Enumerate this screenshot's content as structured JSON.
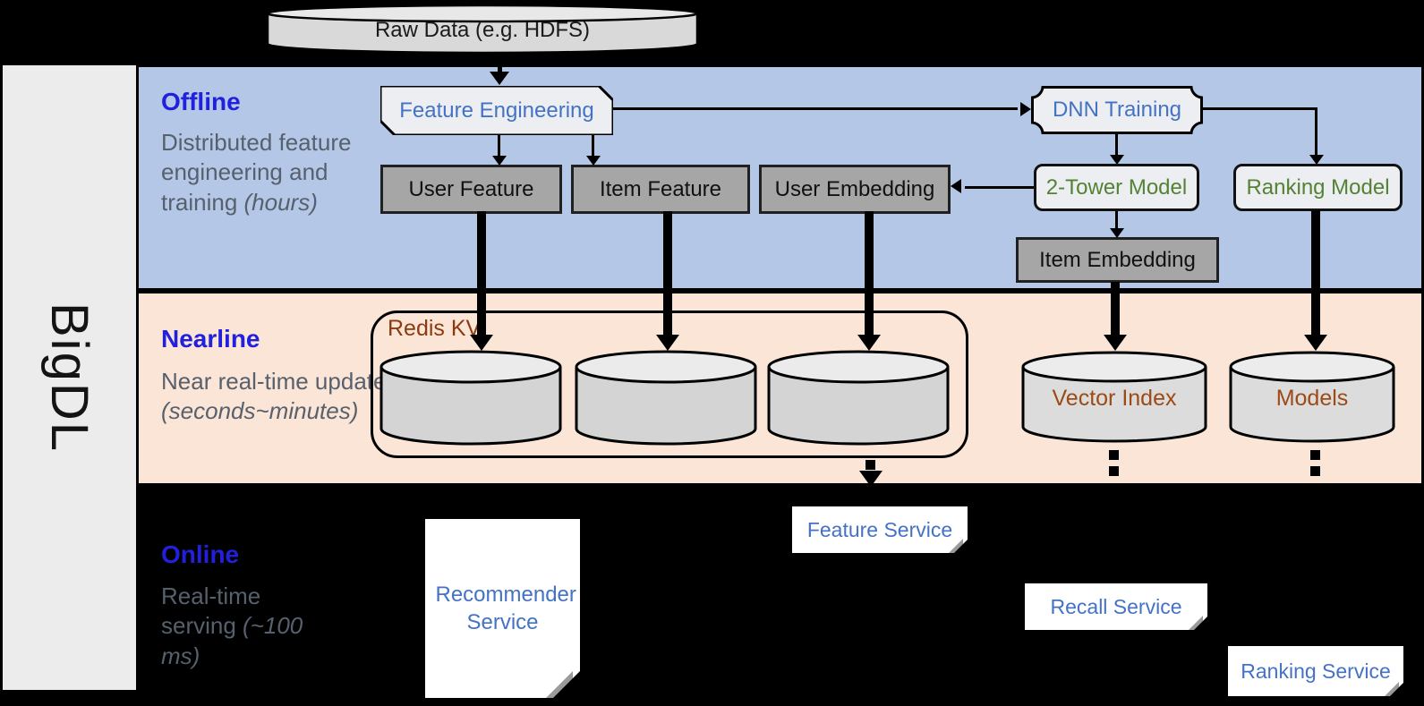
{
  "brand": {
    "name": "BigDL"
  },
  "source": {
    "label": "Raw Data (e.g. HDFS)"
  },
  "sections": {
    "offline": {
      "title": "Offline",
      "desc": "Distributed feature engineering and training ",
      "desc_italic": "(hours)"
    },
    "nearline": {
      "title": "Nearline",
      "desc": "Near real-time update ",
      "desc_italic": "(seconds~minutes)"
    },
    "online": {
      "title": "Online",
      "desc": "Real-time serving ",
      "desc_italic": "(~100 ms)"
    }
  },
  "nodes": {
    "feature_engineering": "Feature Engineering",
    "dnn_training": "DNN Training",
    "user_feature": "User Feature",
    "item_feature": "Item Feature",
    "user_embedding": "User Embedding",
    "two_tower_model": "2-Tower Model",
    "ranking_model": "Ranking Model",
    "item_embedding": "Item Embedding",
    "redis_kv": "Redis KV",
    "vector_index": "Vector Index",
    "models": "Models"
  },
  "services": {
    "recommender": "Recommender Service",
    "feature": "Feature Service",
    "recall": "Recall Service",
    "ranking": "Ranking Service"
  },
  "colors": {
    "offline_band": "#b4c7e7",
    "nearline_band": "#fbe5d6",
    "online_band": "#000000",
    "section_title_blue": "#2020dd",
    "section_desc_gray": "#57606d",
    "process_text_blue": "#4472c4",
    "model_text_green": "#548235",
    "storage_text_brown": "#9c4a16",
    "gray_box_fill": "#a6a6a6",
    "light_shape_fill": "#eceef2",
    "sidebar_fill": "#ececec"
  }
}
